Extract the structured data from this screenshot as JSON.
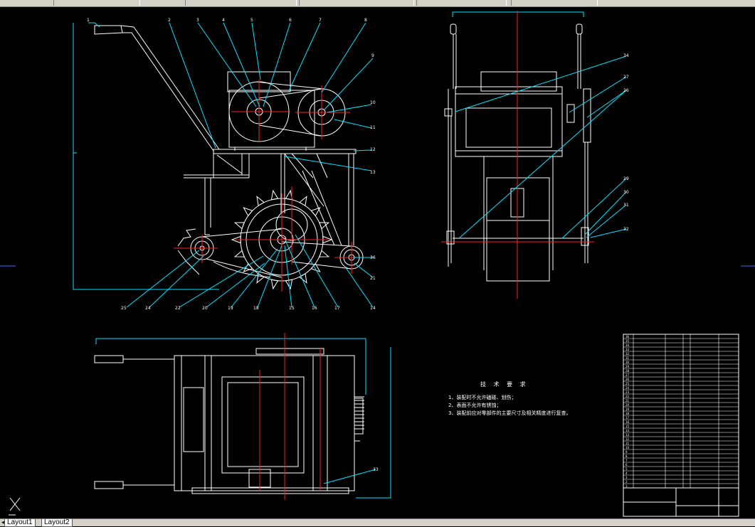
{
  "tabs": [
    "Layout1",
    "Layout2"
  ],
  "tech": {
    "title": "技 术 要 求",
    "items": [
      "1、装配时不允许磕碰、划伤；",
      "2、表面不允许有锈蚀；",
      "3、装配前应对零部件的主要尺寸及相关精度进行复查。"
    ]
  },
  "balloons_side": [
    "1",
    "2",
    "3",
    "4",
    "5",
    "6",
    "7",
    "8",
    "9",
    "10",
    "11",
    "12",
    "13",
    "25",
    "24",
    "22",
    "20",
    "19",
    "18",
    "15",
    "16",
    "17",
    "14",
    "21",
    "36"
  ],
  "balloons_front": [
    "34",
    "27",
    "26",
    "29",
    "30",
    "31",
    "32"
  ],
  "balloon_top": "33",
  "bom_numbers": [
    "36",
    "35",
    "34",
    "33",
    "32",
    "31",
    "30",
    "29",
    "28",
    "27",
    "26",
    "25",
    "24",
    "23",
    "22",
    "21",
    "20",
    "19",
    "18",
    "17",
    "16",
    "15",
    "14",
    "13",
    "12",
    "11",
    "10",
    "9",
    "8",
    "7",
    "6",
    "5",
    "4",
    "3",
    "2",
    "1"
  ],
  "colors": {
    "line": "#ffffff",
    "leader": "#00e5ff",
    "center": "#ff2020",
    "ucs": "#3a6cff"
  }
}
